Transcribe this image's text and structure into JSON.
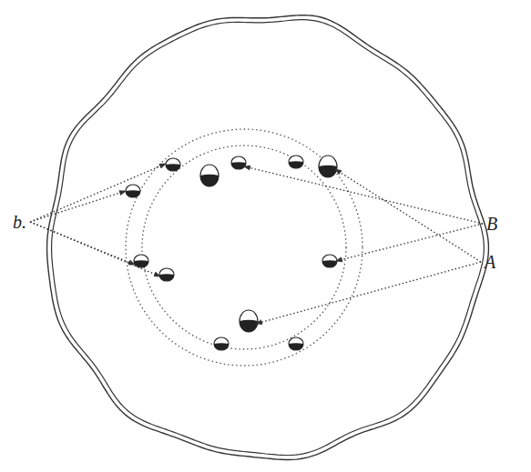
{
  "diagram": {
    "labels": [
      "b.",
      "B",
      "A"
    ]
  }
}
